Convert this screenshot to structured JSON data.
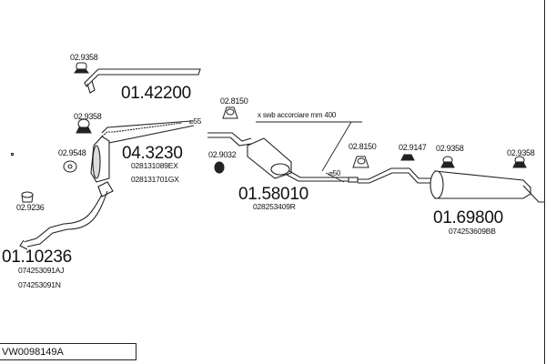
{
  "diagram_code": "VW0098149A",
  "parts": {
    "mid_pipe_upper": {
      "number": "01.42200",
      "clamp": "02.9358"
    },
    "catalyst": {
      "number": "04.3230",
      "clamp": "02.9358",
      "oem_1": "028131089EX",
      "oem_2": "028131701GX",
      "pipe_size": "⌀55"
    },
    "front_pipe": {
      "number": "01.10236",
      "gasket_1": "02.9548",
      "gasket_2": "02.9236",
      "oem_1": "074253091AJ",
      "oem_2": "074253091N"
    },
    "center_silencer": {
      "number": "01.58010",
      "oem": "028253409R",
      "mount": "02.8150",
      "gasket": "02.9032",
      "pipe_size": "⌀50",
      "note": "x swb accorciare mm 400"
    },
    "rear_silencer": {
      "number": "01.69800",
      "oem": "074253609BB",
      "mount_1": "02.8150",
      "clamp_1": "02.9147",
      "clamp_2": "02.9358",
      "clamp_3": "02.9358"
    }
  }
}
